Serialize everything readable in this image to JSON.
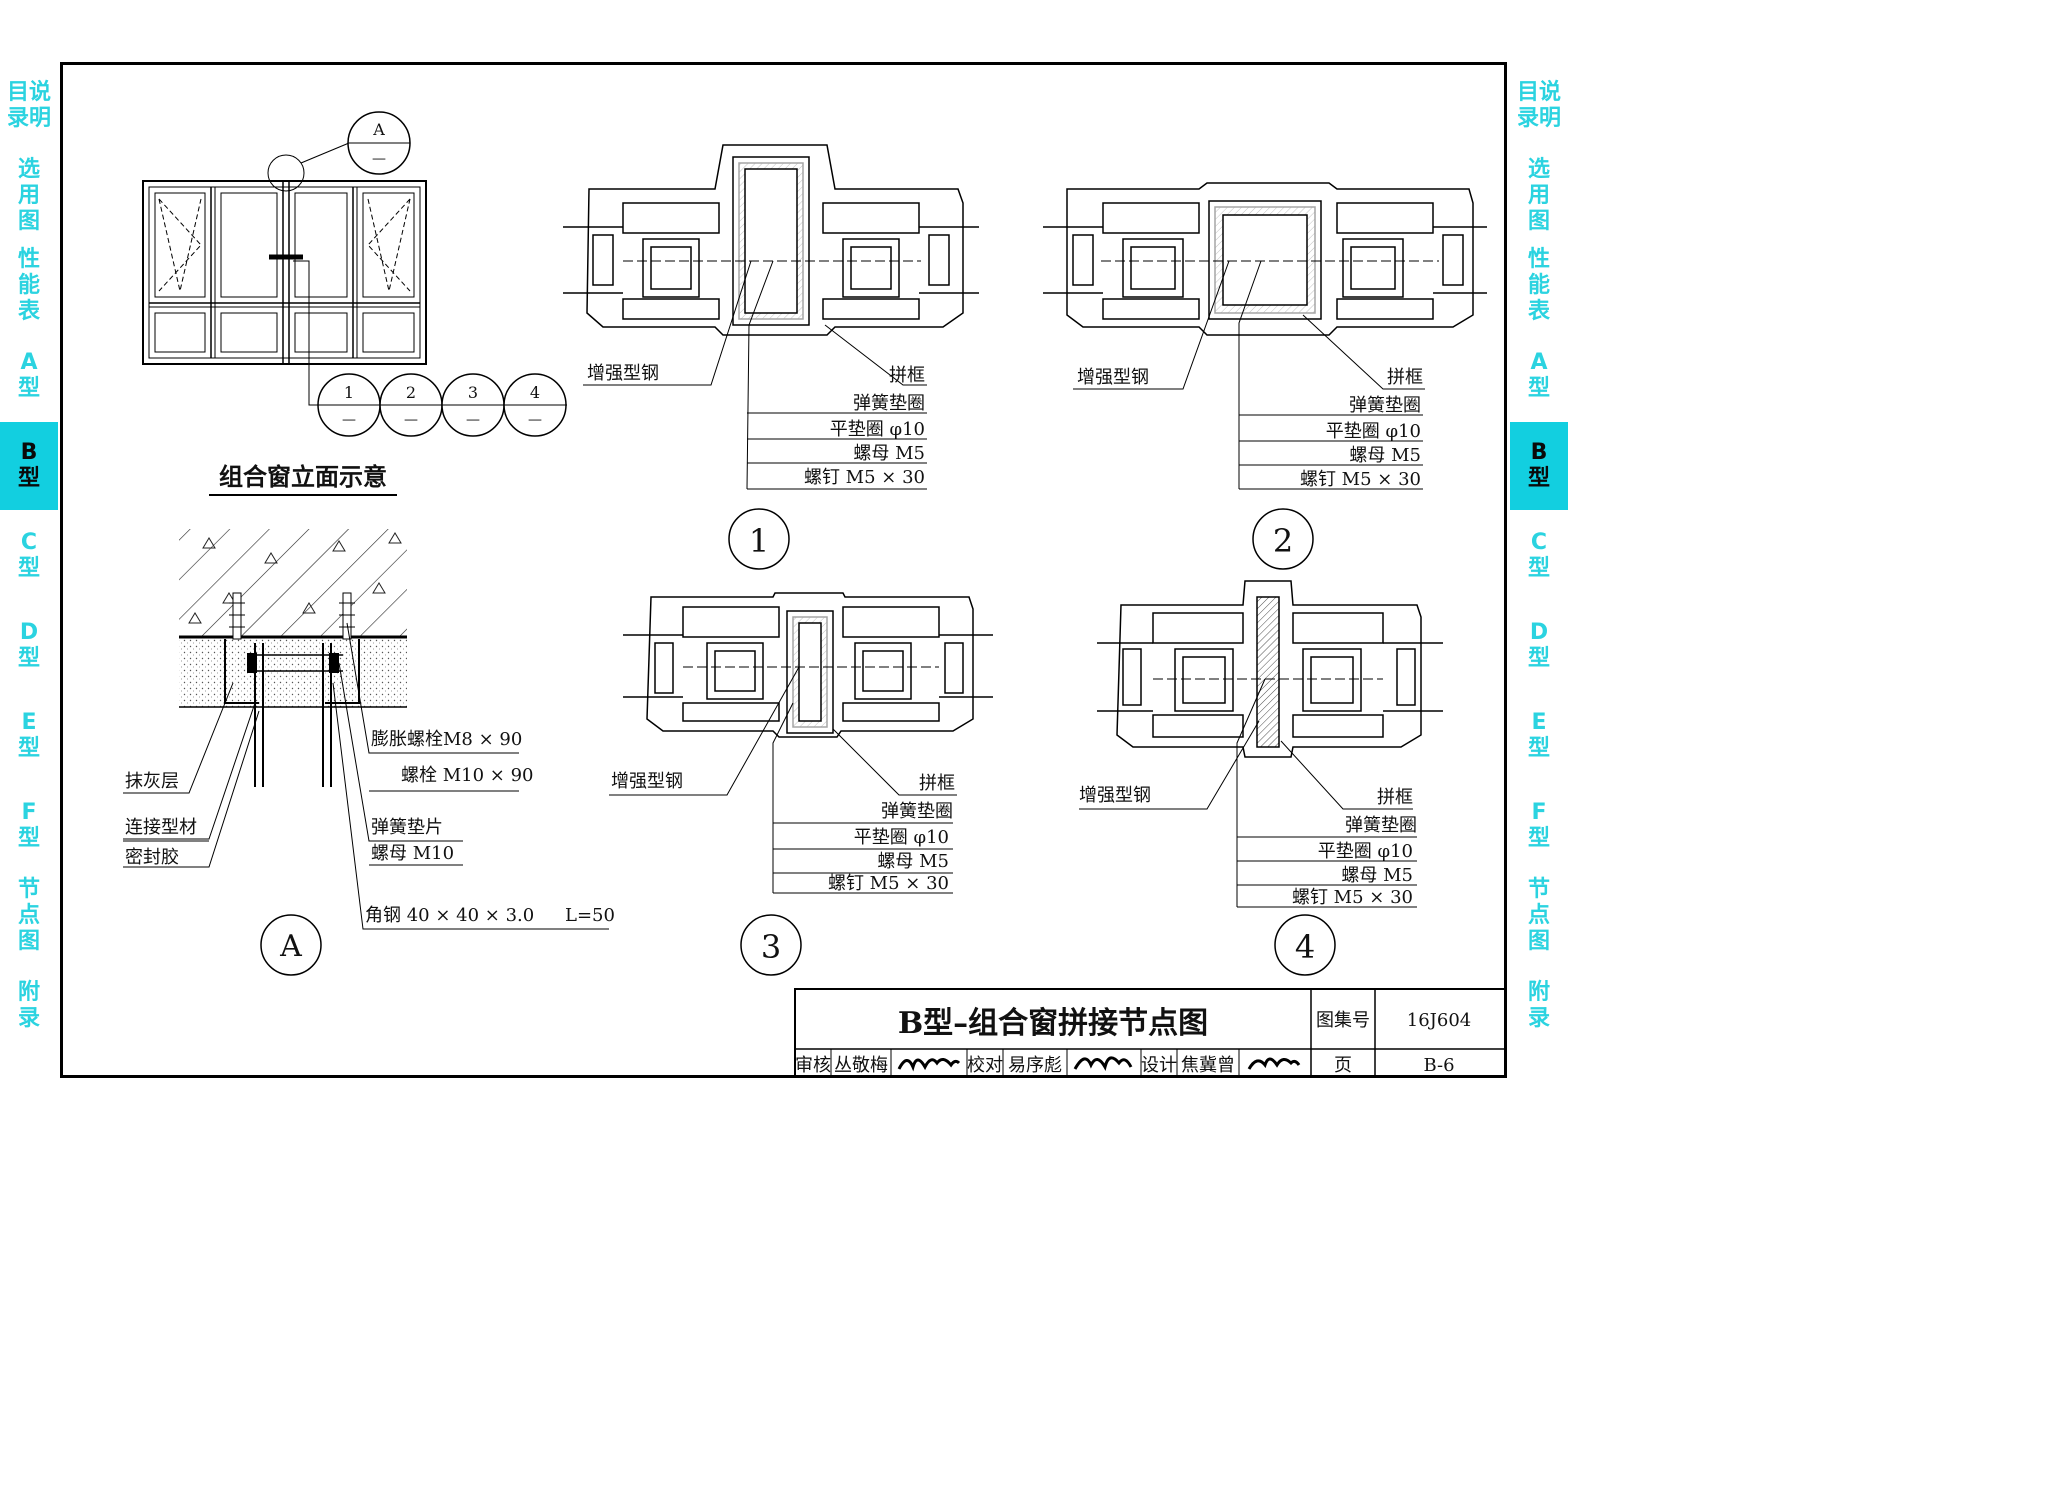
{
  "nav": {
    "tabs": [
      {
        "label": "目说\n录明",
        "active": false
      },
      {
        "label": "选\n用\n图",
        "active": false
      },
      {
        "label": "性\n能\n表",
        "active": false
      },
      {
        "label": "A\n型",
        "active": false
      },
      {
        "label": "B\n型",
        "active": true
      },
      {
        "label": "C\n型",
        "active": false
      },
      {
        "label": "D\n型",
        "active": false
      },
      {
        "label": "E\n型",
        "active": false
      },
      {
        "label": "F\n型",
        "active": false
      },
      {
        "label": "节\n点\n图",
        "active": false
      },
      {
        "label": "附\n录",
        "active": false
      }
    ],
    "accent_color": "#12cfe0"
  },
  "elevation": {
    "caption": "组合窗立面示意",
    "detail_ref": {
      "num": "A",
      "den": "—"
    },
    "section_refs": [
      {
        "num": "1",
        "den": "—"
      },
      {
        "num": "2",
        "den": "—"
      },
      {
        "num": "3",
        "den": "—"
      },
      {
        "num": "4",
        "den": "—"
      }
    ]
  },
  "detail_a": {
    "marker": "A",
    "labels": {
      "plaster": "抹灰层",
      "connector": "连接型材",
      "sealant": "密封胶",
      "anchor_bolt": "膨胀螺栓M8 × 90",
      "bolt": "螺栓 M10 × 90",
      "spring_washer": "弹簧垫片",
      "nut": "螺母 M10",
      "angle_steel": "角钢 40 × 40 × 3.0",
      "length": "L=50"
    }
  },
  "nodes": [
    {
      "marker": "1",
      "steel": "增强型钢",
      "frame": "拼框",
      "spring": "弹簧垫圈",
      "washer": "平垫圈 φ10",
      "nut": "螺母 M5",
      "screw": "螺钉 M5 × 30"
    },
    {
      "marker": "2",
      "steel": "增强型钢",
      "frame": "拼框",
      "spring": "弹簧垫圈",
      "washer": "平垫圈 φ10",
      "nut": "螺母 M5",
      "screw": "螺钉 M5 × 30"
    },
    {
      "marker": "3",
      "steel": "增强型钢",
      "frame": "拼框",
      "spring": "弹簧垫圈",
      "washer": "平垫圈 φ10",
      "nut": "螺母 M5",
      "screw": "螺钉 M5 × 30"
    },
    {
      "marker": "4",
      "steel": "增强型钢",
      "frame": "拼框",
      "spring": "弹簧垫圈",
      "washer": "平垫圈 φ10",
      "nut": "螺母 M5",
      "screw": "螺钉 M5 × 30"
    }
  ],
  "title_block": {
    "title": "B型–组合窗拼接节点图",
    "atlas_label": "图集号",
    "atlas_no": "16J604",
    "review_label": "审核",
    "reviewer": "丛敬梅",
    "check_label": "校对",
    "checker": "易序彪",
    "design_label": "设计",
    "designer": "焦冀曾",
    "page_label": "页",
    "page_no": "B-6"
  }
}
